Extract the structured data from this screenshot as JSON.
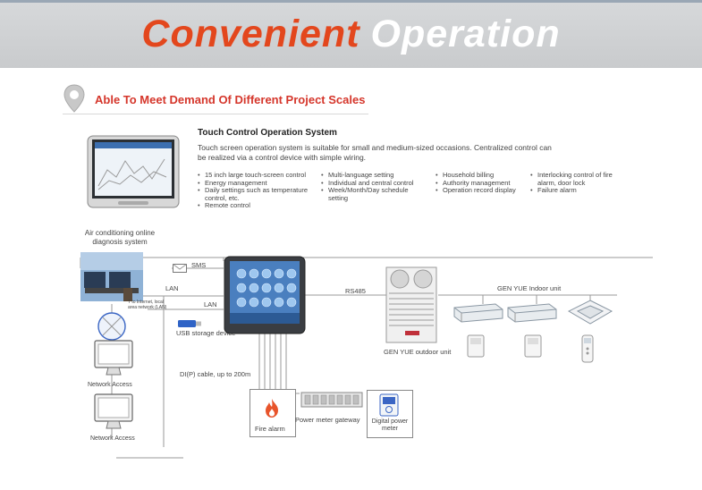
{
  "banner": {
    "title_part1": "Convenient",
    "title_part2": "Operation"
  },
  "section": {
    "title": "Able To Meet Demand Of Different Project Scales"
  },
  "touch_system": {
    "title": "Touch Control Operation System",
    "description": "Touch screen operation system is suitable for small and medium-sized occasions. Centralized control can be realized via a control device with simple wiring.",
    "features": [
      [
        "15 inch large touch-screen control",
        "Energy management",
        "Daily settings such as temperature control, etc.",
        "Remote control"
      ],
      [
        "Multi-language setting",
        "Individual and central control",
        "Week/Month/Day schedule setting"
      ],
      [
        "Household billing",
        "Authority management",
        "Operation record display"
      ],
      [
        "Interlocking control of fire alarm, door lock",
        "Failure alarm"
      ]
    ]
  },
  "diagram": {
    "online_label": "Air conditioning online diagnosis system",
    "sms": "SMS",
    "lan_top": "LAN",
    "lan_mid": "LAN",
    "internet_note": "T to Internet, local area network (LAN)",
    "usb": "USB storage device",
    "network_access_1": "Network Access",
    "network_access_2": "Network Access",
    "di_cable": "DI(P) cable, up to 200m",
    "rs485": "RS485",
    "outdoor_unit": "GEN YUE outdoor unit",
    "indoor_unit": "GEN YUE Indoor unit",
    "fire_alarm": "Fire alarm",
    "power_gateway": "Power meter gateway",
    "digital_meter": "Digital power meter"
  },
  "colors": {
    "accent": "#e3471d",
    "section_red": "#d5362b",
    "banner_bg": "#cfd1d3"
  }
}
